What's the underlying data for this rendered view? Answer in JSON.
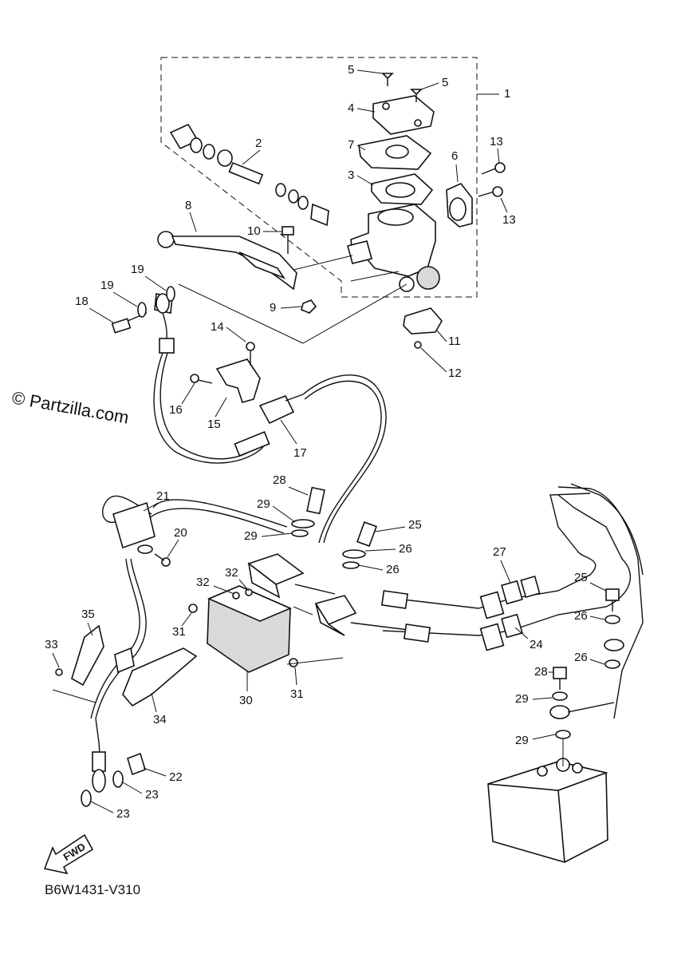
{
  "watermark": "© Partzilla.com",
  "diagram_code": "B6W1431-V310",
  "fwd_label": "FWD",
  "callouts": [
    {
      "id": "c1",
      "text": "1"
    },
    {
      "id": "c2",
      "text": "2"
    },
    {
      "id": "c3",
      "text": "3"
    },
    {
      "id": "c4",
      "text": "4"
    },
    {
      "id": "c5a",
      "text": "5"
    },
    {
      "id": "c5b",
      "text": "5"
    },
    {
      "id": "c6",
      "text": "6"
    },
    {
      "id": "c7",
      "text": "7"
    },
    {
      "id": "c8",
      "text": "8"
    },
    {
      "id": "c9",
      "text": "9"
    },
    {
      "id": "c10",
      "text": "10"
    },
    {
      "id": "c11",
      "text": "11"
    },
    {
      "id": "c12",
      "text": "12"
    },
    {
      "id": "c13a",
      "text": "13"
    },
    {
      "id": "c13b",
      "text": "13"
    },
    {
      "id": "c14",
      "text": "14"
    },
    {
      "id": "c15",
      "text": "15"
    },
    {
      "id": "c16",
      "text": "16"
    },
    {
      "id": "c17",
      "text": "17"
    },
    {
      "id": "c18",
      "text": "18"
    },
    {
      "id": "c19a",
      "text": "19"
    },
    {
      "id": "c19b",
      "text": "19"
    },
    {
      "id": "c20",
      "text": "20"
    },
    {
      "id": "c21",
      "text": "21"
    },
    {
      "id": "c22",
      "text": "22"
    },
    {
      "id": "c23a",
      "text": "23"
    },
    {
      "id": "c23b",
      "text": "23"
    },
    {
      "id": "c24",
      "text": "24"
    },
    {
      "id": "c25a",
      "text": "25"
    },
    {
      "id": "c25b",
      "text": "25"
    },
    {
      "id": "c26a",
      "text": "26"
    },
    {
      "id": "c26b",
      "text": "26"
    },
    {
      "id": "c26c",
      "text": "26"
    },
    {
      "id": "c26d",
      "text": "26"
    },
    {
      "id": "c27",
      "text": "27"
    },
    {
      "id": "c28a",
      "text": "28"
    },
    {
      "id": "c28b",
      "text": "28"
    },
    {
      "id": "c29a",
      "text": "29"
    },
    {
      "id": "c29b",
      "text": "29"
    },
    {
      "id": "c29c",
      "text": "29"
    },
    {
      "id": "c29d",
      "text": "29"
    },
    {
      "id": "c30",
      "text": "30"
    },
    {
      "id": "c31a",
      "text": "31"
    },
    {
      "id": "c31b",
      "text": "31"
    },
    {
      "id": "c32a",
      "text": "32"
    },
    {
      "id": "c32b",
      "text": "32"
    },
    {
      "id": "c33",
      "text": "33"
    },
    {
      "id": "c34",
      "text": "34"
    },
    {
      "id": "c35",
      "text": "35"
    }
  ]
}
